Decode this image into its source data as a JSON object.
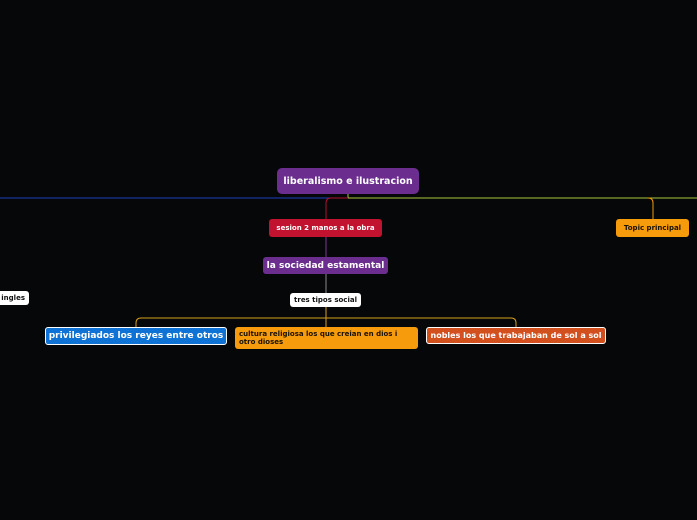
{
  "mindmap": {
    "root": {
      "label": "liberalismo e ilustracion",
      "color": "#6b2e8e"
    },
    "nodes": {
      "sesion": {
        "label": "sesion 2 manos a la obra",
        "color": "#c1122f"
      },
      "topic": {
        "label": "Topic principal",
        "color": "#f59b0c"
      },
      "sociedad": {
        "label": "la sociedad estamental",
        "color": "#6b2e8e"
      },
      "tres": {
        "label": "tres tipos social",
        "color": "#ffffff"
      },
      "ingles": {
        "label": "ingles",
        "color": "#ffffff"
      },
      "privilegiados": {
        "label": "privilegiados los reyes entre otros",
        "color": "#0f73d6"
      },
      "cultura": {
        "label": "cultura religiosa los que creian en dios i otro dioses",
        "color": "#f59b0c"
      },
      "nobles": {
        "label": "nobles los que trabajaban de sol a sol",
        "color": "#d2501e"
      }
    },
    "connector_colors": {
      "left_branch": "#1f3fbf",
      "right_branch": "#a7c93a",
      "sesion": "#b01030",
      "sociedad": "#7a3a8f",
      "tres": "#c9c9c9",
      "children": "#d6a21a"
    }
  }
}
